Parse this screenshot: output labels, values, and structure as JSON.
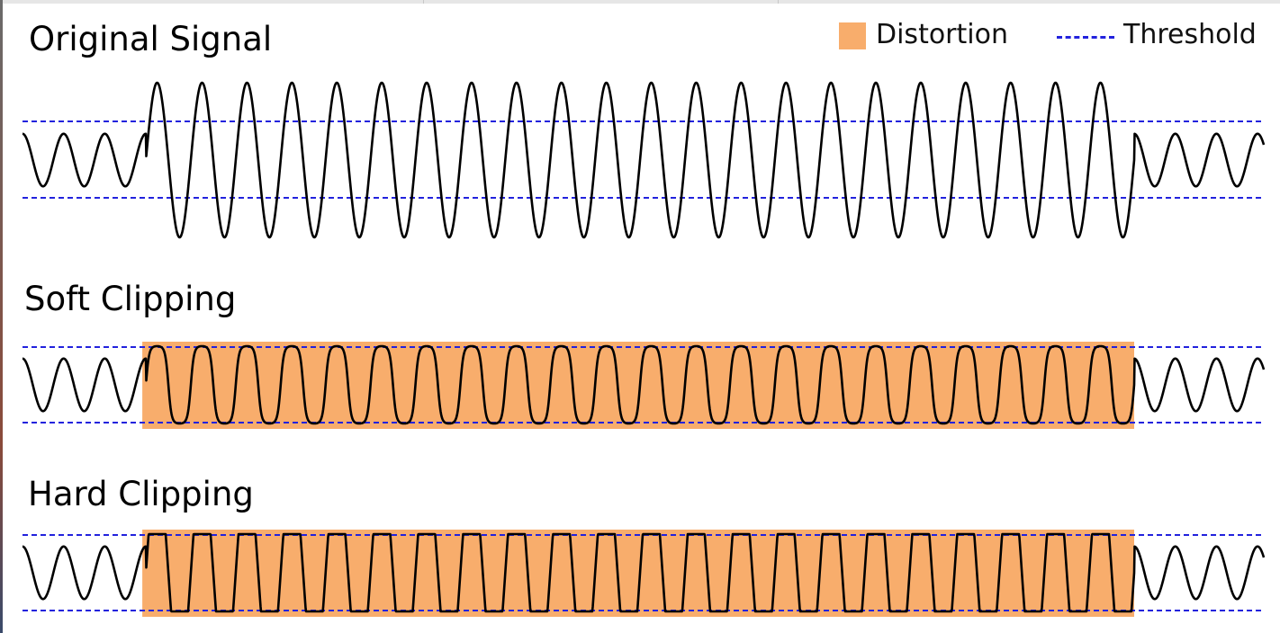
{
  "legend": {
    "distortion_label": "Distortion",
    "threshold_label": "Threshold"
  },
  "colors": {
    "distortion_fill": "#f8ad6c",
    "threshold": "#2222dd",
    "signal": "#000000"
  },
  "panels": [
    {
      "title": "Original Signal",
      "type": "original"
    },
    {
      "title": "Soft Clipping",
      "type": "soft"
    },
    {
      "title": "Hard Clipping",
      "type": "hard"
    }
  ],
  "signal": {
    "low_cycles_before": 3,
    "high_cycles": 22,
    "low_cycles_after": 3,
    "threshold_level": 0.5
  }
}
